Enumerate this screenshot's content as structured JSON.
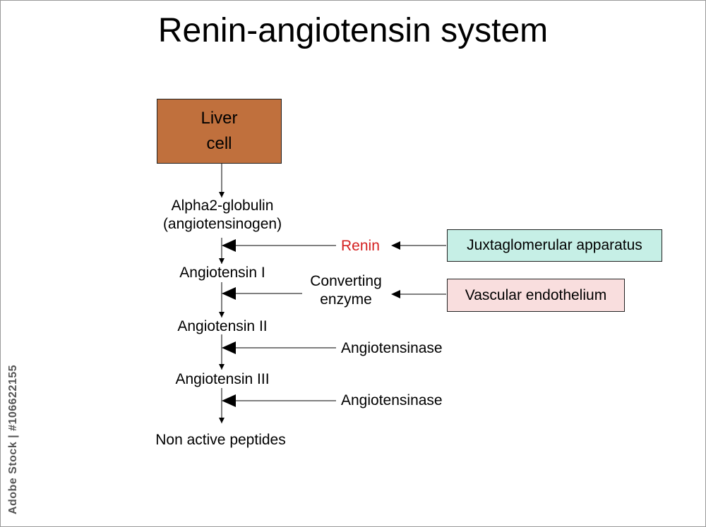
{
  "title": "Renin-angiotensin system",
  "liver_cell": {
    "line1": "Liver",
    "line2": "cell"
  },
  "cascade": {
    "alpha2_line1": "Alpha2-globulin",
    "alpha2_line2": "(angiotensinogen)",
    "angiotensin_1": "Angiotensin I",
    "angiotensin_2": "Angiotensin II",
    "angiotensin_3": "Angiotensin III",
    "non_active": "Non active peptides"
  },
  "enzymes": {
    "renin": "Renin",
    "converting_line1": "Converting",
    "converting_line2": "enzyme",
    "angiotensinase_1": "Angiotensinase",
    "angiotensinase_2": "Angiotensinase"
  },
  "sources": {
    "juxtaglomerular": "Juxtaglomerular apparatus",
    "vascular": "Vascular endothelium"
  },
  "watermark": "Adobe Stock | #106622155",
  "colors": {
    "liver_box": "#c0703d",
    "juxta_box": "#c6efe6",
    "vasc_box": "#f9dede",
    "renin_text": "#d42020"
  }
}
